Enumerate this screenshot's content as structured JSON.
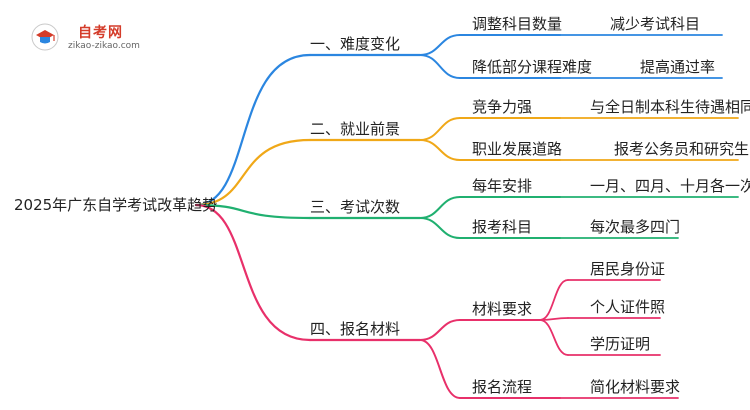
{
  "logo": {
    "title": "自考网",
    "url": "zikao-zikao.com"
  },
  "root": {
    "label": "2025年广东自学考试改革趋势"
  },
  "colors": {
    "blue": "#2b86e0",
    "orange": "#f0a818",
    "green": "#20b070",
    "pink": "#e8306a"
  },
  "branches": [
    {
      "label": "一、难度变化",
      "color": "blue",
      "children": [
        {
          "label": "调整科目数量",
          "leaves": [
            "减少考试科目"
          ]
        },
        {
          "label": "降低部分课程难度",
          "leaves": [
            "提高通过率"
          ]
        }
      ]
    },
    {
      "label": "二、就业前景",
      "color": "orange",
      "children": [
        {
          "label": "竞争力强",
          "leaves": [
            "与全日制本科生待遇相同"
          ]
        },
        {
          "label": "职业发展道路",
          "leaves": [
            "报考公务员和研究生"
          ]
        }
      ]
    },
    {
      "label": "三、考试次数",
      "color": "green",
      "children": [
        {
          "label": "每年安排",
          "leaves": [
            "一月、四月、十月各一次"
          ]
        },
        {
          "label": "报考科目",
          "leaves": [
            "每次最多四门"
          ]
        }
      ]
    },
    {
      "label": "四、报名材料",
      "color": "pink",
      "children": [
        {
          "label": "材料要求",
          "leaves": [
            "居民身份证",
            "个人证件照",
            "学历证明"
          ]
        },
        {
          "label": "报名流程",
          "leaves": [
            "简化材料要求"
          ]
        }
      ]
    }
  ]
}
